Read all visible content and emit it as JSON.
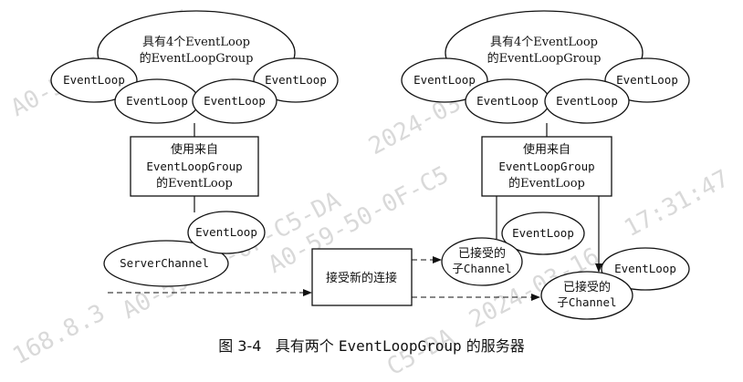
{
  "watermarks": [
    "A0-59-50-0F-C5",
    "2024-03-16 17:31:4",
    "A0-59-50-0F-C5-DA",
    "17:31:47",
    "168.8.3",
    "A0-59-50-0F-C5",
    "2024-03-16",
    "C5-DA"
  ],
  "left": {
    "group_line1": "具有4个EventLoop",
    "group_line2": "的EventLoopGroup",
    "loops": [
      "EventLoop",
      "EventLoop",
      "EventLoop",
      "EventLoop"
    ],
    "box_line1": "使用来自",
    "box_line2": "EventLoopGroup",
    "box_line3": "的EventLoop",
    "assigned_loop": "EventLoop",
    "channel": "ServerChannel"
  },
  "center": {
    "accept_label": "接受新的连接"
  },
  "right": {
    "group_line1": "具有4个EventLoop",
    "group_line2": "的EventLoopGroup",
    "loops": [
      "EventLoop",
      "EventLoop",
      "EventLoop",
      "EventLoop"
    ],
    "box_line1": "使用来自",
    "box_line2": "EventLoopGroup",
    "box_line3": "的EventLoop",
    "loop_a": "EventLoop",
    "child1_line1": "已接受的",
    "child1_line2": "子Channel",
    "loop_b": "EventLoop",
    "child2_line1": "已接受的",
    "child2_line2": "子Channel"
  },
  "caption": {
    "number": "图 3-4",
    "prefix": "具有两个",
    "code": "EventLoopGroup",
    "suffix": "的服务器"
  }
}
